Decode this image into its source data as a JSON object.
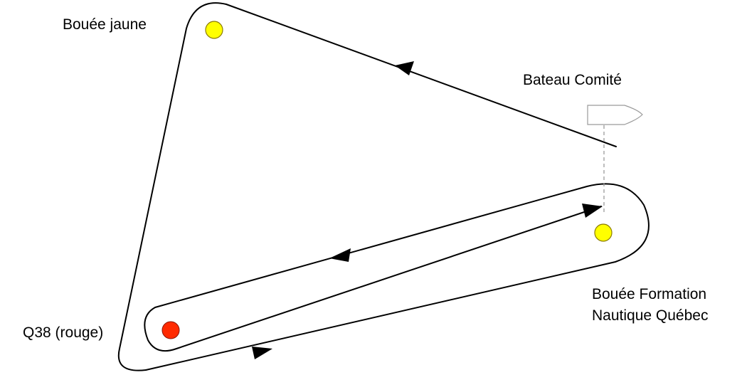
{
  "labels": {
    "yellow_buoy": "Bouée jaune",
    "committee_boat": "Bateau Comité",
    "formation_buoy_line1": "Bouée Formation",
    "formation_buoy_line2": "Nautique Québec",
    "red_mark": "Q38 (rouge)"
  },
  "colors": {
    "yellow_buoy": "#ffff00",
    "red_buoy": "#ff2a00",
    "course_line": "#000000",
    "boat_outline": "#9a9a9a"
  }
}
